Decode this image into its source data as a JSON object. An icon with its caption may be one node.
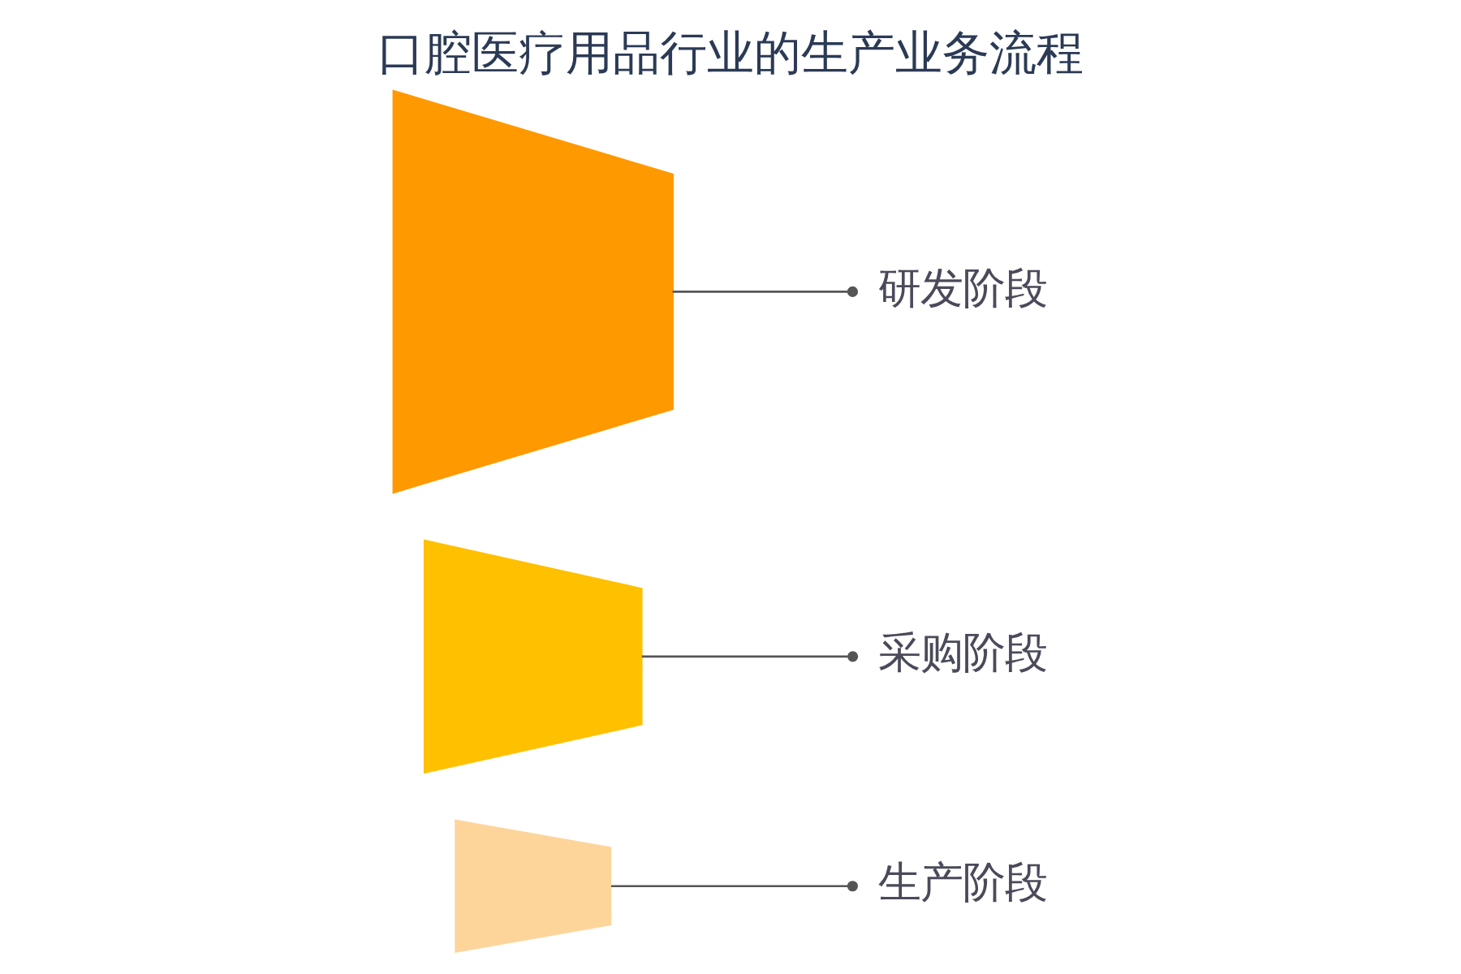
{
  "diagram": {
    "title": "口腔医疗用品行业的生产业务流程",
    "nodes": [
      {
        "text": [],
        "shape": "trapezoid"
      },
      {
        "text": [],
        "shape": "trapezoid"
      },
      {
        "text": [],
        "shape": "trapezoid"
      },
      {
        "text": [
          "研发阶段"
        ]
      },
      {
        "text": [
          "采购阶段"
        ]
      },
      {
        "text": [
          "生产阶段"
        ]
      }
    ],
    "edges": [
      {
        "from": 0,
        "to": 3,
        "arrow": "other"
      },
      {
        "from": 1,
        "to": 4,
        "arrow": "other"
      },
      {
        "from": 2,
        "to": 5,
        "arrow": "other"
      }
    ]
  }
}
